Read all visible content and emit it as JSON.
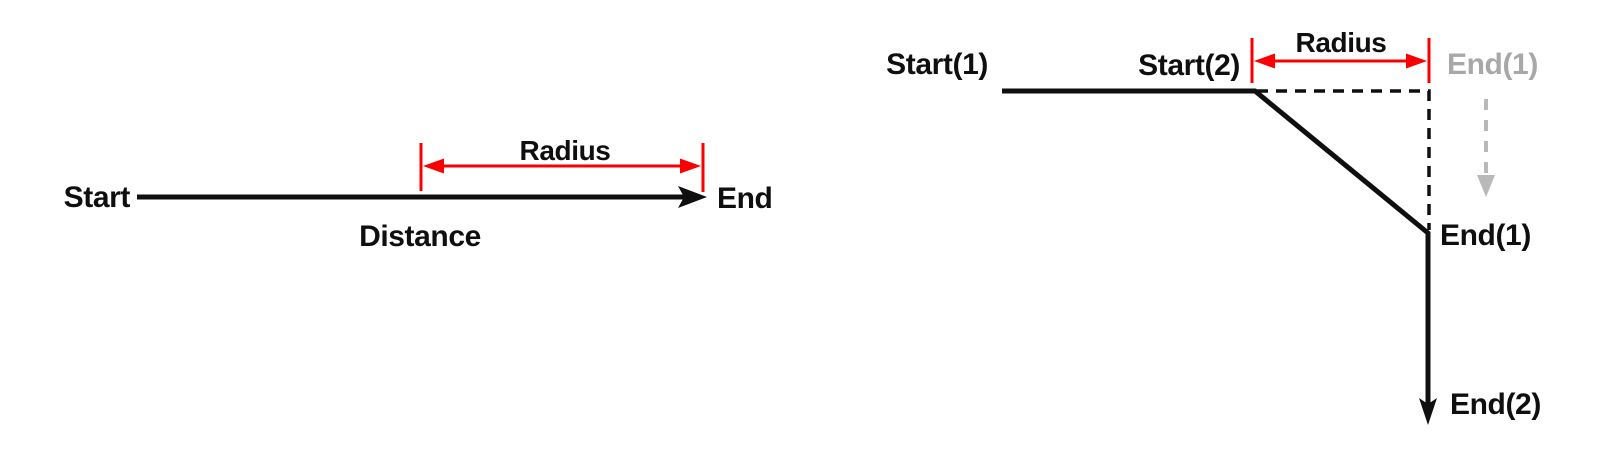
{
  "colors": {
    "accent_red": "#fa0000",
    "muted_gray": "#b9b9b9",
    "muted_gray_text": "#a8a8a8",
    "line_black": "#0f0f0f",
    "background": "#ffffff"
  },
  "left_diagram": {
    "start_label": "Start",
    "end_label": "End",
    "distance_label": "Distance",
    "radius_label": "Radius"
  },
  "right_diagram": {
    "start1_label": "Start(1)",
    "start2_label": "Start(2)",
    "radius_label": "Radius",
    "end1_ghost_label": "End(1)",
    "end1_label": "End(1)",
    "end2_label": "End(2)"
  }
}
